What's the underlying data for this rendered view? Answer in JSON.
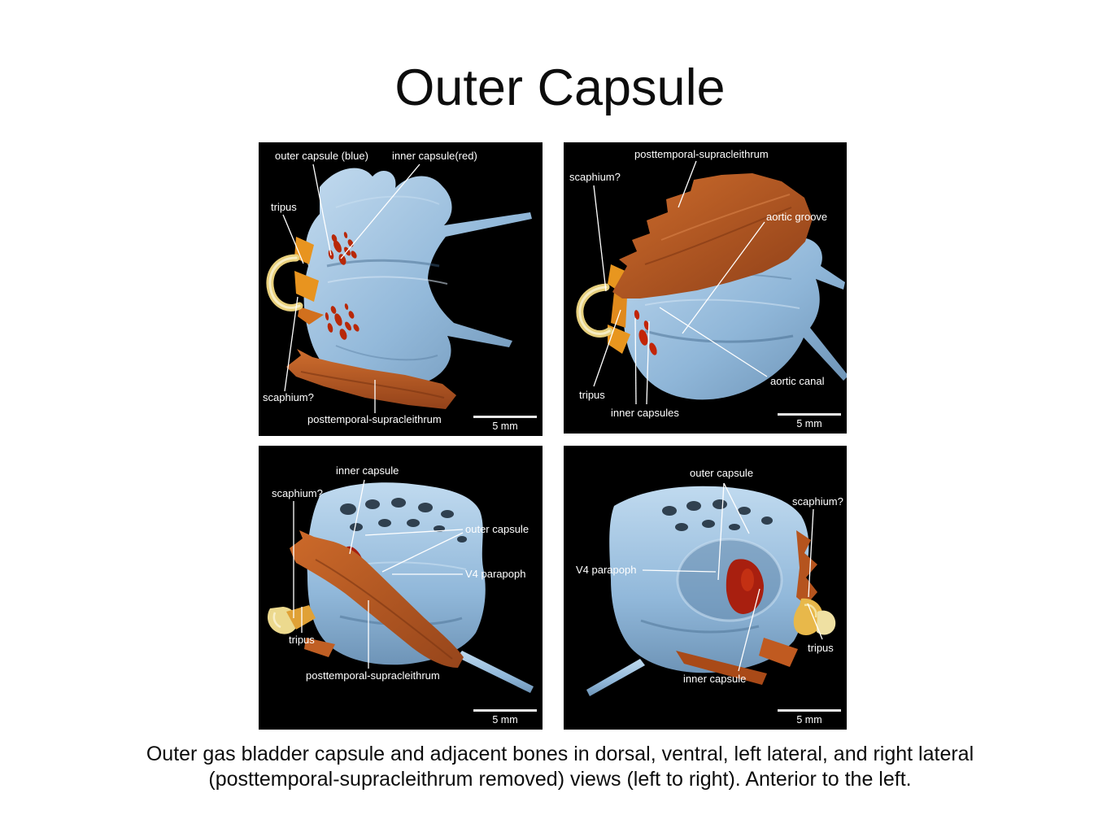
{
  "title": "Outer Capsule",
  "caption": {
    "line1": "Outer gas bladder capsule and adjacent bones in dorsal, ventral, left lateral, and right lateral",
    "line2": "(posttemporal-supracleithrum removed) views (left to right). Anterior to the left."
  },
  "legend_colors": {
    "outer_capsule_blue": "#9dc1e0",
    "inner_capsule_red": "#b32508",
    "posttemporal_supracleithrum_orange": "#b5571f",
    "tripus_orange": "#e8941f",
    "scaphium_yellow": "#ead27a",
    "panel_background": "#000000",
    "annotation_text": "#ffffff"
  },
  "panels": {
    "dorsal": {
      "labels": {
        "outer_capsule": "outer capsule (blue)",
        "inner_capsule": "inner capsule(red)",
        "tripus": "tripus",
        "scaphium": "scaphium?",
        "posttemporal_supracleithrum": "posttemporal-supracleithrum"
      },
      "scale_bar": "5 mm"
    },
    "ventral": {
      "labels": {
        "posttemporal_supracleithrum": "posttemporal-supracleithrum",
        "scaphium": "scaphium?",
        "aortic_groove": "aortic groove",
        "aortic_canal": "aortic canal",
        "tripus": "tripus",
        "inner_capsules": "inner capsules"
      },
      "scale_bar": "5 mm"
    },
    "left_lateral": {
      "labels": {
        "inner_capsule": "inner capsule",
        "scaphium": "scaphium?",
        "outer_capsule": "outer capsule",
        "v4_parapophysis": "V4 parapoph",
        "tripus": "tripus",
        "posttemporal_supracleithrum": "posttemporal-supracleithrum"
      },
      "scale_bar": "5 mm"
    },
    "right_lateral": {
      "labels": {
        "outer_capsule": "outer capsule",
        "scaphium": "scaphium?",
        "v4_parapophysis": "V4 parapoph",
        "tripus": "tripus",
        "inner_capsule": "inner capsule"
      },
      "scale_bar": "5 mm"
    }
  }
}
